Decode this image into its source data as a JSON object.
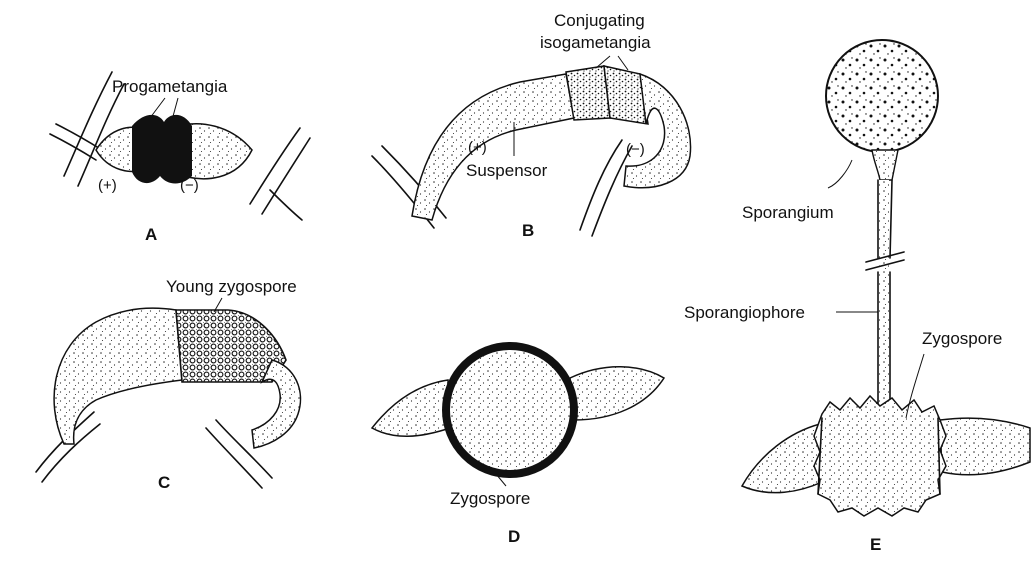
{
  "panels": {
    "a": {
      "letter": "A",
      "label_progametangia": "Progametangia",
      "sign_plus": "(+)",
      "sign_minus": "(−)"
    },
    "b": {
      "letter": "B",
      "label_conjugating_line1": "Conjugating",
      "label_conjugating_line2": "isogametangia",
      "label_suspensor": "Suspensor",
      "sign_plus": "(+)",
      "sign_minus": "(−)"
    },
    "c": {
      "letter": "C",
      "label_young_zygospore": "Young zygospore"
    },
    "d": {
      "letter": "D",
      "label_zygospore": "Zygospore"
    },
    "e": {
      "letter": "E",
      "label_sporangium": "Sporangium",
      "label_sporangiophore": "Sporangiophore",
      "label_zygospore": "Zygospore"
    }
  }
}
